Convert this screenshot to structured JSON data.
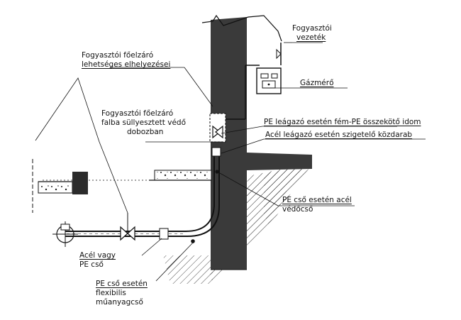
{
  "labels": {
    "locations": [
      "Fogyasztói főelzáró",
      "lehetséges elhelyezései"
    ],
    "consumer_line": [
      "Fogyasztói",
      "vezeték"
    ],
    "gas_meter": "Gázmérő",
    "recessed_valve": [
      "Fogyasztói főelzáró",
      "falba süllyesztett védő",
      "dobozban"
    ],
    "pe_branch": "PE leágazó esetén fém-PE összekötő idom",
    "steel_branch": "Acél leágazó esetén szigetelő közdarab",
    "pe_pipe_sleeve": [
      "PE cső esetén acél",
      "védőcső"
    ],
    "steel_or_pe": [
      "Acél vagy",
      "PE cső"
    ],
    "flexible": [
      "PE cső esetén",
      "flexibilis",
      "műanyagcső"
    ]
  },
  "colors": {
    "ink": "#111111",
    "wall": "#3a3a3a",
    "paper": "#ffffff"
  }
}
